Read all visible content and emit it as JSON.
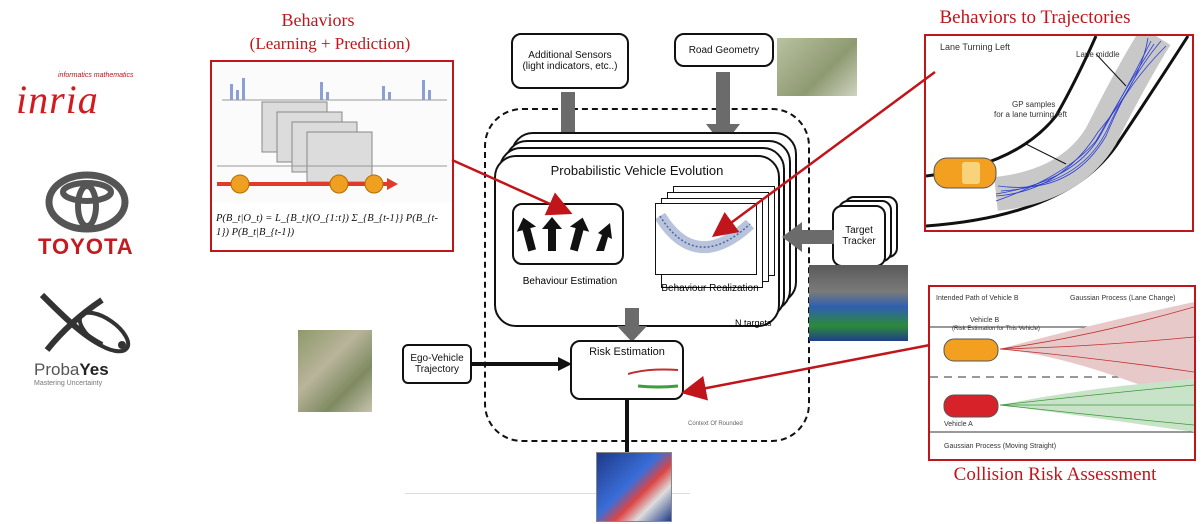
{
  "titles": {
    "behaviors": "Behaviors",
    "behaviors_sub": "(Learning + Prediction)",
    "traj": "Behaviors to Trajectories",
    "collision": "Collision Risk Assessment"
  },
  "logos": {
    "inria_small": "informatics mathematics",
    "inria": "inria",
    "toyota": "TOYOTA",
    "probayes_a": "Proba",
    "probayes_b": "Yes",
    "probayes_tag": "Mastering Uncertainty"
  },
  "diagram": {
    "sensors_line1": "Additional Sensors",
    "sensors_line2": "(light indicators, etc..)",
    "road": "Road Geometry",
    "evolution": "Probabilistic Vehicle Evolution",
    "beh_est": "Behaviour Estimation",
    "beh_real": "Behaviour Realization",
    "n_targets": "N targets",
    "target1": "Target",
    "target2": "Tracker",
    "ego1": "Ego-Vehicle",
    "ego2": "Trajectory",
    "risk": "Risk Estimation",
    "context": "Context Of Rounded"
  },
  "formula": "P(B_t|O_t) = L_{B_t}(O_{1:t}) Σ_{B_{t-1}} P(B_{t-1}) P(B_t|B_{t-1})",
  "traj_panel": {
    "lane_turn": "Lane Turning Left",
    "lane_mid": "Lane middle",
    "gp1": "GP samples",
    "gp2": "for a lane turning left"
  },
  "risk_panel": {
    "intended": "Intended Path of Vehicle B",
    "gp_change": "Gaussian Process (Lane Change)",
    "veh_b": "Vehicle B",
    "veh_b_sub": "(Risk Estimation for This Vehicle)",
    "veh_a": "Vehicle A",
    "gp_straight": "Gaussian Process (Moving Straight)"
  },
  "colors": {
    "accent": "#c0151b",
    "arrow": "#6b6b6b"
  }
}
